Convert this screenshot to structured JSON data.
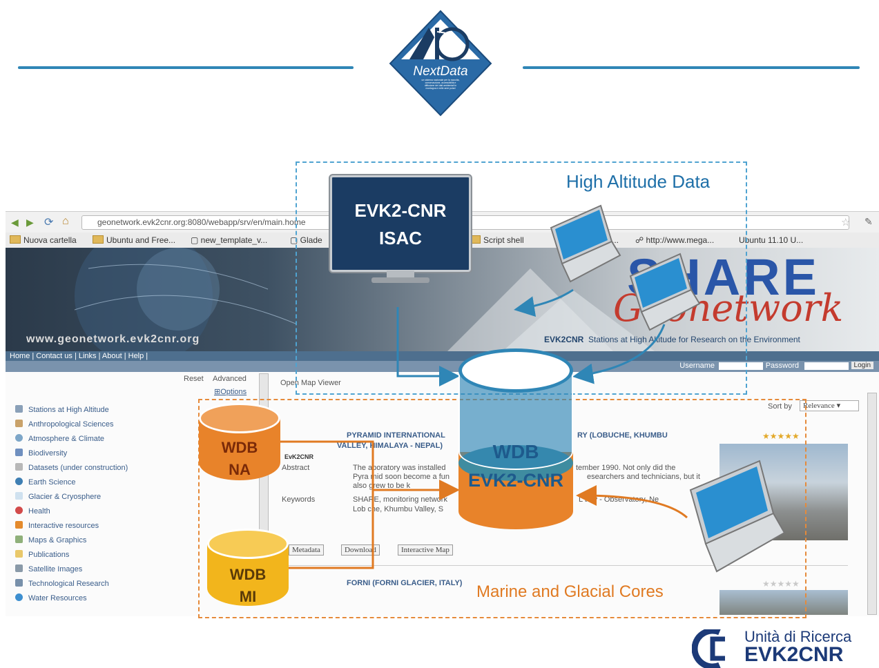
{
  "logo": {
    "text": "NextData",
    "tagline": "un sistema nazionale per la raccolta, conservazione, accessibilità e diffusione dei dati ambientali in montagna e nelle aree polari"
  },
  "browser": {
    "url": "geonetwork.evk2cnr.org:8080/webapp/srv/en/main.home",
    "bookmarks": [
      "Nuova cartella",
      "Ubuntu and Free...",
      "new_template_v...",
      "Glade",
      "Script shell",
      "fo...",
      "http://www.mega...",
      "Ubuntu 11.10 U..."
    ],
    "banner_url": "www.geonetwork.evk2cnr.org",
    "banner_title_1": "SHARE",
    "banner_title_2": "Geonetwork",
    "banner_tagline_brand": "EVK2CNR",
    "banner_tagline": "Stations at High Altitude for Research on the Environment",
    "nav": "Home | Contact us | Links | About | Help |",
    "username_label": "Username",
    "password_label": "Password",
    "login_button": "Login",
    "reset": "Reset",
    "advanced": "Advanced",
    "options": "⊞Options",
    "open_map_viewer": "Open Map Viewer",
    "sort_by": "Sort by",
    "sort_value": "Relevance",
    "categories": [
      "Stations at High Altitude",
      "Anthropological Sciences",
      "Atmosphere & Climate",
      "Biodiversity",
      "Datasets (under construction)",
      "Earth Science",
      "Glacier & Cryosphere",
      "Health",
      "Interactive resources",
      "Maps & Graphics",
      "Publications",
      "Satellite Images",
      "Technological Research",
      "Water Resources"
    ],
    "result1_title_a": "PYRAMID INTERNATIONAL",
    "result1_title_b": "RY (LOBUCHE, KHUMBU",
    "result1_title_c": "VALLEY, HIMALAYA - NEPAL)",
    "abstract_label": "Abstract",
    "abstract_text_a": "The aboratory was installed",
    "abstract_text_b": "tember 1990. Not only did the",
    "abstract_text_c": "Pyra mid soon become a fun",
    "abstract_text_d": "esearchers and technicians, but it",
    "abstract_text_e": "also grew to be k",
    "keywords_label": "Keywords",
    "keywords_text_a": "SHARE, monitoring network",
    "keywords_text_b": "Lob che, Khumbu Valley, S",
    "keywords_text_c": "L    tory - Observatory, Ne",
    "btn_metadata": "Metadata",
    "btn_download": "Download",
    "btn_map": "Interactive Map",
    "result2_title": "FORNI (FORNI GLACIER, ITALY)",
    "evk2_small": "EvK2CNR"
  },
  "diagram": {
    "high_altitude": "High Altitude Data",
    "marine": "Marine and Glacial Cores",
    "monitor_line1": "EVK2-CNR",
    "monitor_line2": "ISAC",
    "central_db_top": "WDB",
    "central_db_bottom": "EVK2-CNR",
    "wdb_na_1": "WDB",
    "wdb_na_2": "NA",
    "wdb_mi_1": "WDB",
    "wdb_mi_2": "MI",
    "colors": {
      "blue": "#1e6fa8",
      "orange": "#e07a22",
      "teal": "#2f86b6",
      "yellow": "#f2b51c"
    }
  },
  "footer": {
    "line1": "Unità di Ricerca",
    "line2": "EVK2CNR"
  }
}
